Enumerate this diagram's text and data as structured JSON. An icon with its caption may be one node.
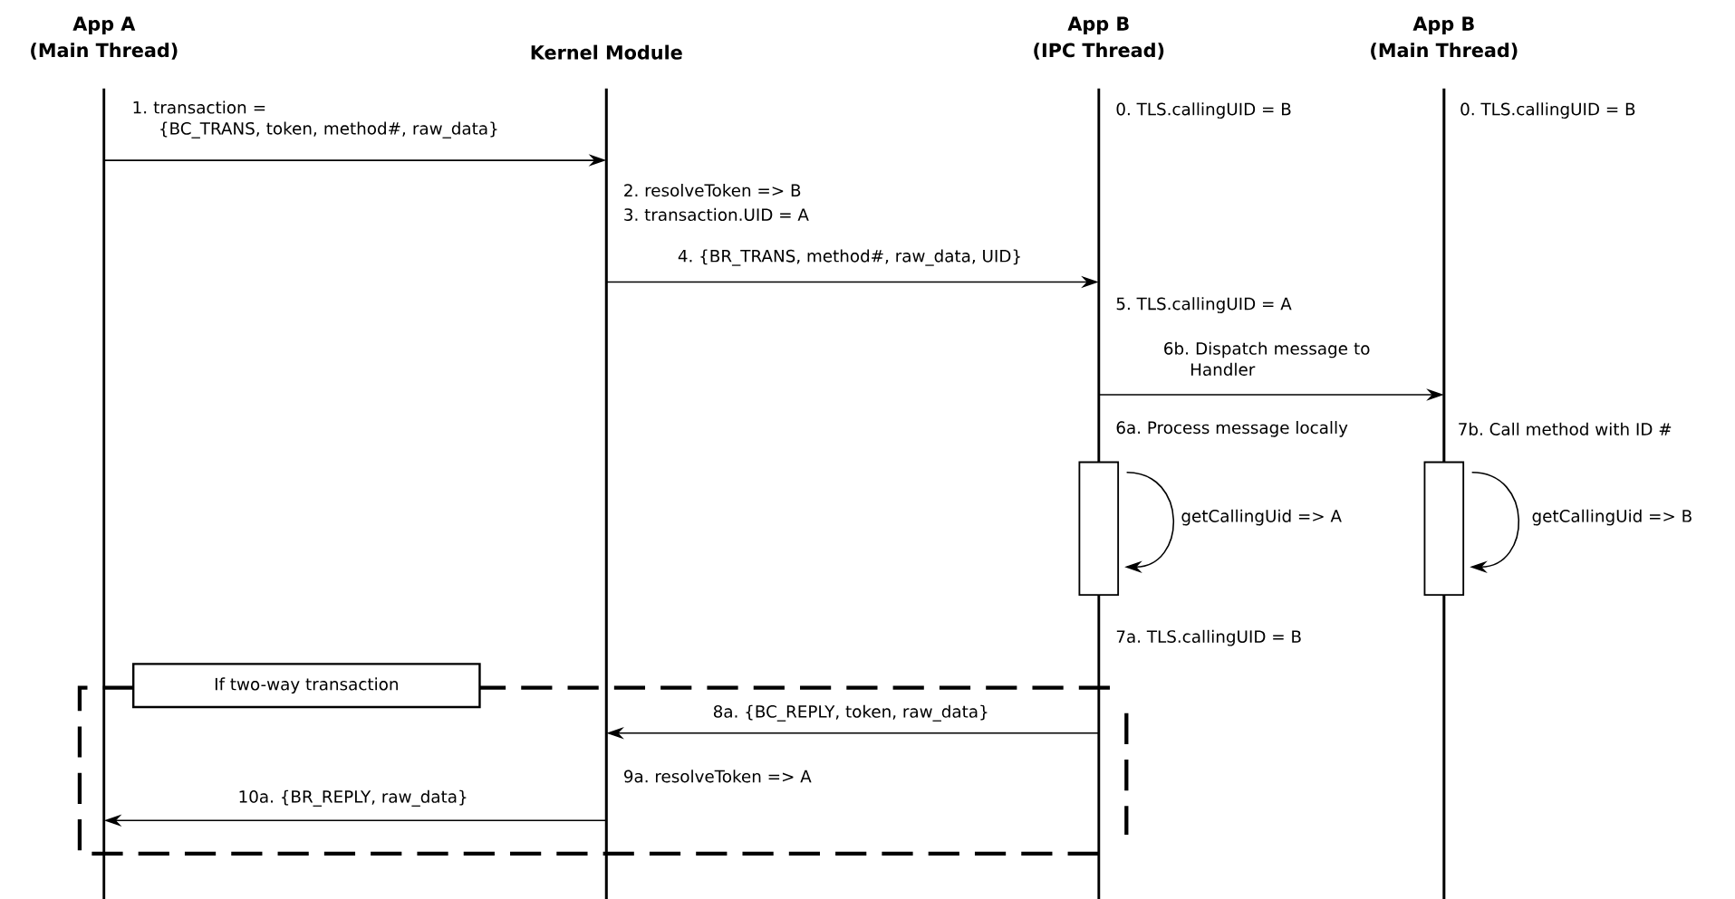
{
  "diagram": {
    "nodes": [
      {
        "text": [
          "App A",
          "(Main Thread)"
        ]
      },
      {
        "text": [
          "Kernel Module"
        ]
      },
      {
        "text": [
          "App B",
          "(IPC Thread)"
        ]
      },
      {
        "text": [
          "App B",
          "(Main Thread)"
        ]
      },
      {
        "text": [],
        "shape": "box",
        "in": 2
      },
      {
        "text": [],
        "shape": "box",
        "in": 3
      },
      {
        "text": [
          "If two-way transaction"
        ]
      }
    ],
    "edges": [
      {
        "from": 0,
        "to": 1,
        "arrow": "to",
        "label": "1. transaction = {BC_TRANS, token, method#, raw_data}"
      },
      {
        "from": 1,
        "to": 2,
        "arrow": "to",
        "label": "4. {BR_TRANS, method#, raw_data, UID}"
      },
      {
        "from": 2,
        "to": 3,
        "arrow": "to",
        "label": "6b. Dispatch message to Handler"
      },
      {
        "from": 4,
        "to": 4,
        "arrow": "to",
        "label": "getCallingUid => A"
      },
      {
        "from": 5,
        "to": 5,
        "arrow": "to",
        "label": "getCallingUid => B"
      },
      {
        "from": 2,
        "to": 1,
        "arrow": "to",
        "label": "8a. {BC_REPLY, token, raw_data}"
      },
      {
        "from": 1,
        "to": 0,
        "arrow": "to",
        "label": "10a. {BR_REPLY, raw_data}"
      }
    ],
    "labels": [
      "0. TLS.callingUID = B",
      "0. TLS.callingUID = B",
      "2. resolveToken => B",
      "3. transaction.UID = A",
      "5. TLS.callingUID = A",
      "6a. Process message locally",
      "7b. Call method with ID #",
      "7a. TLS.callingUID = B",
      "9a. resolveToken => A"
    ]
  }
}
